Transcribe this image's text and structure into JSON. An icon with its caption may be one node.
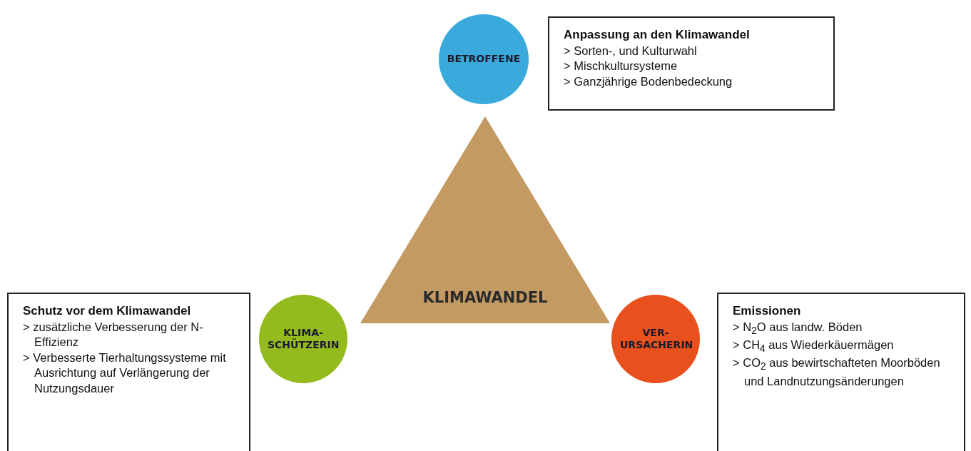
{
  "diagram": {
    "nodes": [
      {
        "text": [
          "BETROFFENE"
        ]
      },
      {
        "text": [
          "Anpassung an den Klimawandel",
          "> Sorten-, und Kulturwahl",
          "> Mischkultursysteme",
          "> Ganzjährige Bodenbedeckung"
        ]
      },
      {
        "text": [
          "KLIMAWANDEL"
        ]
      },
      {
        "text": [
          "Schutz vor dem Klimawandel",
          "> zusätzliche Verbesserung der N-Effizienz",
          "> Verbesserte Tierhaltungssysteme mit Ausrichtung auf Verlängerung der Nutzungsdauer"
        ]
      },
      {
        "text": [
          "KLIMA-SCHÜTZERIN"
        ]
      },
      {
        "text": [
          "VER-URSACHERIN"
        ]
      },
      {
        "text": [
          "Emissionen",
          "> N$_{2}$O aus landw. Böden",
          "> CH$_{4}$ aus Wiederkäuermägen",
          "> CO$_{2}$ aus bewirtschafteten Moorböden und Landnutzungsänderungen"
        ]
      }
    ],
    "edges": []
  }
}
